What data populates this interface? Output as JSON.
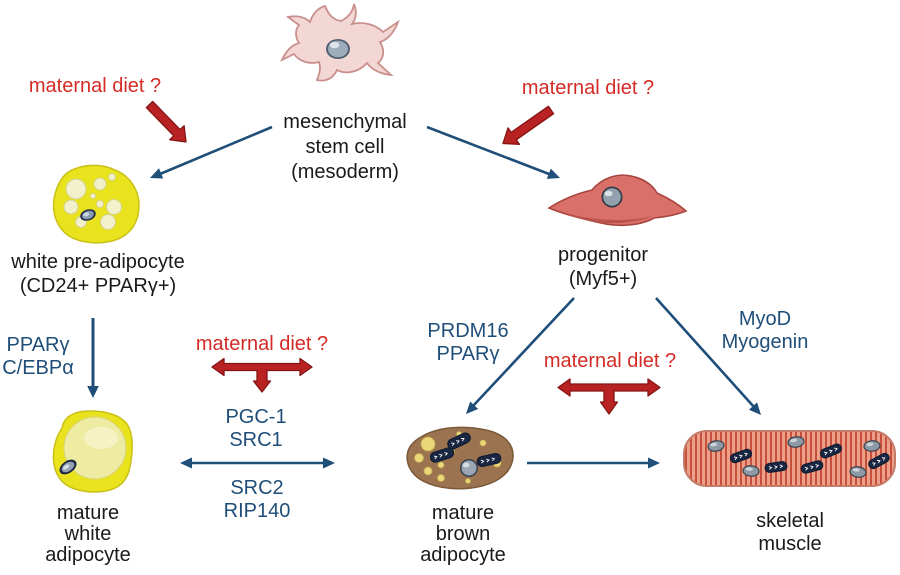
{
  "colors": {
    "blue_text_and_arrows": "#1f4e79",
    "red_text": "#d42b26",
    "red_arrow_fill": "#b92222",
    "red_arrow_outline": "#851414",
    "black_text": "#1a1a1a"
  },
  "annotations": {
    "maternal_diet_top_left": "maternal diet ?",
    "maternal_diet_top_right": "maternal diet ?",
    "maternal_diet_center": "maternal diet ?",
    "maternal_diet_right": "maternal diet ?"
  },
  "nodes": {
    "mesenchymal_stem_cell": {
      "lines": [
        "mesenchymal",
        "stem cell",
        "(mesoderm)"
      ]
    },
    "white_pre_adipocyte": {
      "lines": [
        "white pre-adipocyte",
        "(CD24+ PPARγ+)"
      ]
    },
    "progenitor": {
      "lines": [
        "progenitor",
        "(Myf5+)"
      ]
    },
    "mature_white_adipocyte": {
      "lines": [
        "mature",
        "white",
        "adipocyte"
      ]
    },
    "mature_brown_adipocyte": {
      "lines": [
        "mature",
        "brown",
        "adipocyte"
      ]
    },
    "skeletal_muscle": {
      "lines": [
        "skeletal",
        "muscle"
      ]
    }
  },
  "factors": {
    "white_commitment": {
      "lines": [
        "PPARγ",
        "C/EBPα"
      ]
    },
    "brown_commitment": {
      "lines": [
        "PRDM16",
        "PPARγ"
      ]
    },
    "muscle_commitment": {
      "lines": [
        "MyoD",
        "Myogenin"
      ]
    },
    "interconversion_upper": {
      "lines": [
        "PGC-1",
        "SRC1"
      ]
    },
    "interconversion_lower": {
      "lines": [
        "SRC2",
        "RIP140"
      ]
    }
  },
  "illustrations": {
    "mesenchymal_stem_cell": {
      "shape": "spiky-cell",
      "fill": "#f3d7d5"
    },
    "white_pre_adipocyte": {
      "shape": "round-cell-with-droplets",
      "fill": "#e9e31d"
    },
    "progenitor": {
      "shape": "spindle-cell",
      "fill": "#d9716a"
    },
    "mature_white_adipocyte": {
      "shape": "cell-with-large-droplet",
      "fill": "#e9e31d"
    },
    "mature_brown_adipocyte": {
      "shape": "cell-with-droplets-and-mitochondria",
      "fill": "#9b7350"
    },
    "skeletal_muscle": {
      "shape": "striated-fiber",
      "fill": "#eda089",
      "stripe": "#c7503c"
    }
  }
}
